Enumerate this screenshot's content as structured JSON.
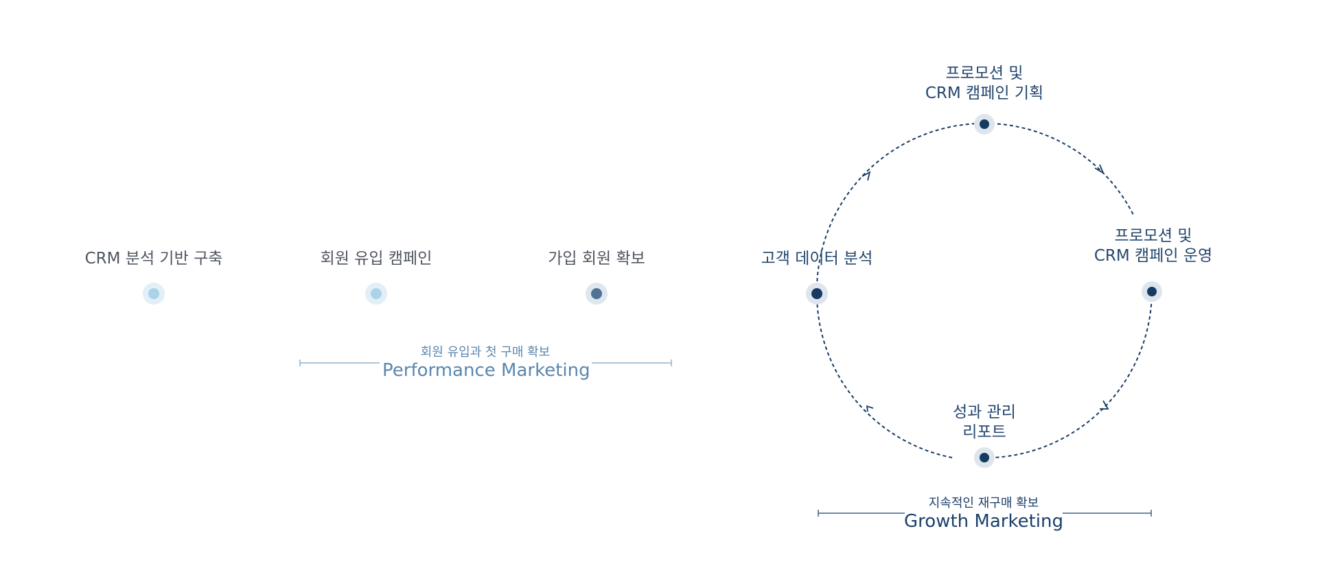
{
  "timeline": {
    "steps": [
      {
        "label": "CRM 분석 기반 구축"
      },
      {
        "label": "회원 유입 캠페인"
      },
      {
        "label": "가입 회원 확보"
      },
      {
        "label": "고객 데이터 분석"
      }
    ]
  },
  "cycle": {
    "nodes": [
      {
        "line1": "프로모션 및",
        "line2": "CRM 캠페인 기획"
      },
      {
        "line1": "프로모션 및",
        "line2": "CRM 캠페인 운영"
      },
      {
        "line1": "성과 관리",
        "line2": "리포트"
      }
    ]
  },
  "phases": {
    "performance": {
      "subtitle": "회원 유입과 첫 구매 확보",
      "title": "Performance Marketing"
    },
    "growth": {
      "subtitle": "지속적인 재구매 확보",
      "title": "Growth Marketing"
    }
  },
  "colors": {
    "light": "#a9cfe0",
    "mid": "#4f7394",
    "dark": "#173a63",
    "navy_text": "#24466e",
    "grey_text": "#4f5560"
  }
}
